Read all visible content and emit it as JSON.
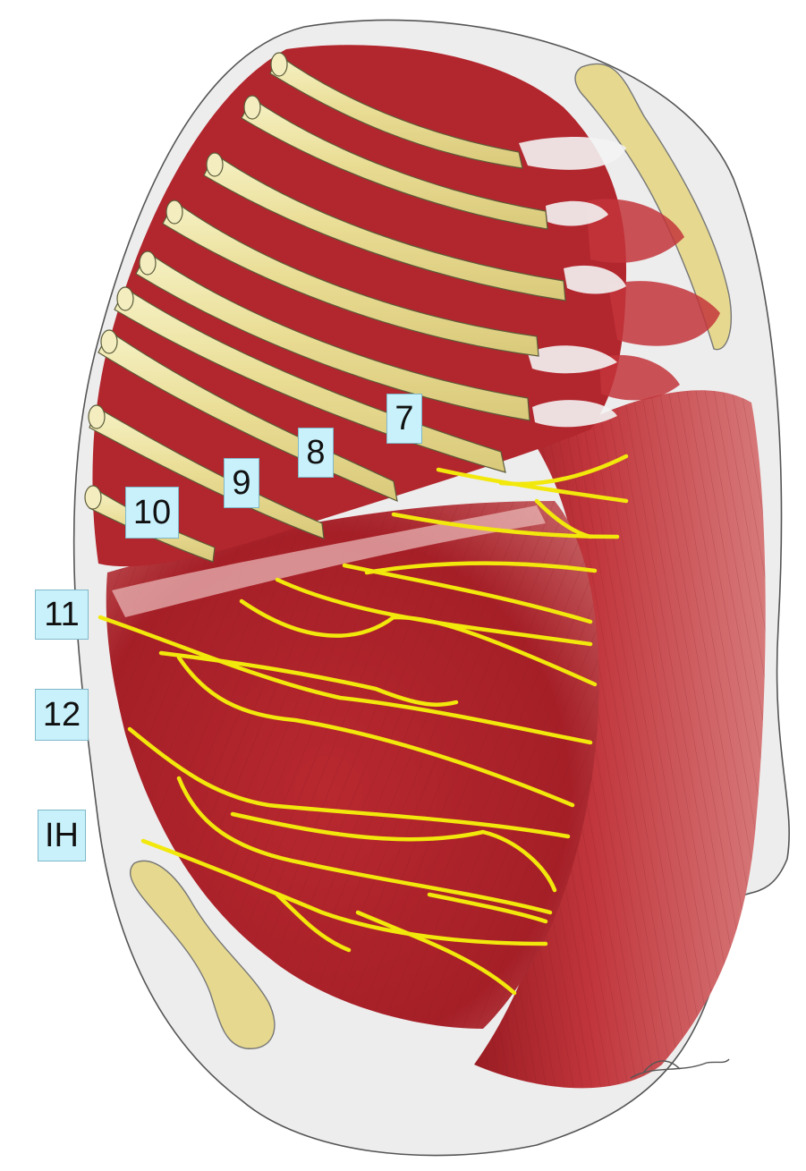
{
  "labels": {
    "n7": "7",
    "n8": "8",
    "n9": "9",
    "n10": "10",
    "n11": "11",
    "n12": "12",
    "ih": "IH"
  },
  "colors": {
    "muscle": "#b7262e",
    "muscle_dark": "#8e1a21",
    "rib": "#efe7a4",
    "nerve": "#f2e80c",
    "bone": "#e9dfa0",
    "outline": "#d4d4d4",
    "label_bg": "#c8f1fb"
  }
}
